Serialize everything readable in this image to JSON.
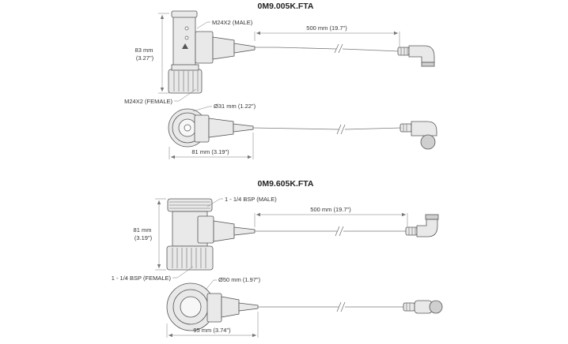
{
  "colors": {
    "line": "#555555",
    "fill": "#e9e9e9",
    "fill_dark": "#cfcfcf",
    "text": "#333333"
  },
  "top": {
    "title": "0M9.005K.FTA",
    "thread_male": "M24X2 (MALE)",
    "thread_female": "M24X2 (FEMALE)",
    "cable_length": "500 mm (19.7\")",
    "height_mm": "83 mm",
    "height_in": "(3.27\")",
    "diameter": "Ø31 mm (1.22\")",
    "width": "81 mm (3.19\")"
  },
  "bottom": {
    "title": "0M9.605K.FTA",
    "thread_male": "1 - 1/4 BSP (MALE)",
    "thread_female": "1 - 1/4 BSP (FEMALE)",
    "cable_length": "500 mm (19.7\")",
    "height_mm": "81 mm",
    "height_in": "(3.19\")",
    "diameter": "Ø50 mm (1.97\")",
    "width": "95 mm (3.74\")"
  }
}
